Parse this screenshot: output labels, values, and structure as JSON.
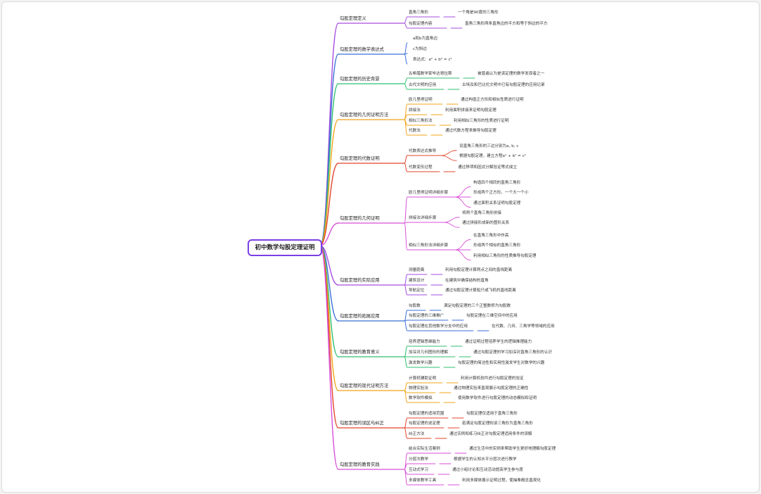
{
  "root": "初中数学勾股定理证明",
  "colors": {
    "root_border": "#7b3fe4",
    "purple": "#a64de0",
    "blue": "#3b6fd8",
    "green": "#2fbf71",
    "orange": "#f0a418",
    "red": "#e2452b",
    "magenta": "#d84fd8"
  },
  "branches": [
    {
      "label": "勾股定理定义",
      "color": "purple",
      "children": [
        {
          "label": "直角三角形",
          "children": [
            {
              "label": "一个角是90度的三角形"
            }
          ]
        },
        {
          "label": "勾股定理内容",
          "children": [
            {
              "label": "直角三角形两条直角边的平方和等于斜边的平方"
            }
          ]
        }
      ]
    },
    {
      "label": "勾股定理的数学表达式",
      "color": "blue",
      "children": [
        {
          "label": "a和b为直角边"
        },
        {
          "label": "c为斜边"
        },
        {
          "label": "表达式：a² + b² = c²"
        }
      ]
    },
    {
      "label": "勾股定理的历史背景",
      "color": "green",
      "children": [
        {
          "label": "古希腊数学家毕达哥拉斯",
          "children": [
            {
              "label": "被普遍认为是该定理的数学发现者之一"
            }
          ]
        },
        {
          "label": "古代文明的应用",
          "children": [
            {
              "label": "古埃及和巴比伦文明中已有勾股定理的应用记录"
            }
          ]
        }
      ]
    },
    {
      "label": "勾股定理的几何证明方法",
      "color": "orange",
      "children": [
        {
          "label": "欧几里得证明",
          "children": [
            {
              "label": "通过构造正方形和相似性质进行证明"
            }
          ]
        },
        {
          "label": "拼接法",
          "children": [
            {
              "label": "利用面积拼接来证明勾股定理"
            }
          ]
        },
        {
          "label": "相似三角形法",
          "children": [
            {
              "label": "利用相似三角形的性质进行证明"
            }
          ]
        },
        {
          "label": "代数法",
          "children": [
            {
              "label": "通过代数方程来推导勾股定理"
            }
          ]
        }
      ]
    },
    {
      "label": "勾股定理的代数证明",
      "color": "red",
      "children": [
        {
          "label": "代数表达式推导",
          "children": [
            {
              "label": "设直角三角形的三边分别为a, b, c"
            },
            {
              "label": "根据勾股定理，建立方程a² + b² = c²"
            }
          ]
        },
        {
          "label": "代数变形过程",
          "children": [
            {
              "label": "通过移项和因式分解验证等式成立"
            }
          ]
        }
      ]
    },
    {
      "label": "勾股定理的几何证明",
      "color": "magenta",
      "children": [
        {
          "label": "欧几里得证明详细步骤",
          "children": [
            {
              "label": "构造四个相同的直角三角形"
            },
            {
              "label": "形成两个正方形，一个大一个小"
            },
            {
              "label": "通过面积关系证明勾股定理"
            }
          ]
        },
        {
          "label": "拼接法详细步骤",
          "children": [
            {
              "label": "将两个直角三角形拼接"
            },
            {
              "label": "通过拼接形成新的图形关系"
            }
          ]
        },
        {
          "label": "相似三角形法详细步骤",
          "children": [
            {
              "label": "在直角三角形中作高"
            },
            {
              "label": "形成两个相似的直角三角形"
            },
            {
              "label": "利用相似三角形的性质推导勾股定理"
            }
          ]
        }
      ]
    },
    {
      "label": "勾股定理的实际应用",
      "color": "purple",
      "children": [
        {
          "label": "测量距离",
          "children": [
            {
              "label": "利用勾股定理计算两点之间的直线距离"
            }
          ]
        },
        {
          "label": "建筑设计",
          "children": [
            {
              "label": "在建筑中确保结构的直角"
            }
          ]
        },
        {
          "label": "导航定位",
          "children": [
            {
              "label": "通过勾股定理计算船只或飞机的直线距离"
            }
          ]
        }
      ]
    },
    {
      "label": "勾股定理的拓展应用",
      "color": "blue",
      "children": [
        {
          "label": "勾股数",
          "children": [
            {
              "label": "满足勾股定理的三个正整数称为勾股数"
            }
          ]
        },
        {
          "label": "勾股定理的三维推广",
          "children": [
            {
              "label": "勾股定理在三维空间中的应用"
            }
          ]
        },
        {
          "label": "勾股定理在其他数学分支中的应用",
          "children": [
            {
              "label": "在代数、几何、三角学等领域的应用"
            }
          ]
        }
      ]
    },
    {
      "label": "勾股定理的教育意义",
      "color": "green",
      "children": [
        {
          "label": "培养逻辑思维能力",
          "children": [
            {
              "label": "通过证明过程培养学生的逻辑推理能力"
            }
          ]
        },
        {
          "label": "加深对几何图形的理解",
          "children": [
            {
              "label": "通过勾股定理的学习加深对直角三角形的认识"
            }
          ]
        },
        {
          "label": "激发数学兴趣",
          "children": [
            {
              "label": "勾股定理的简洁性和实用性激发学生对数学的兴趣"
            }
          ]
        }
      ]
    },
    {
      "label": "勾股定理的现代证明方法",
      "color": "orange",
      "children": [
        {
          "label": "计算机辅助证明",
          "children": [
            {
              "label": "利用计算机软件进行勾股定理的验证"
            }
          ]
        },
        {
          "label": "物理实验法",
          "children": [
            {
              "label": "通过物理实验来直观展示勾股定理的正确性"
            }
          ]
        },
        {
          "label": "数学软件模拟",
          "children": [
            {
              "label": "使用数学软件进行勾股定理的动态模拟和证明"
            }
          ]
        }
      ]
    },
    {
      "label": "勾股定理的误区与纠正",
      "color": "red",
      "children": [
        {
          "label": "勾股定理的适用范围",
          "children": [
            {
              "label": "勾股定理仅适用于直角三角形"
            }
          ]
        },
        {
          "label": "勾股定理的逆定理",
          "children": [
            {
              "label": "若满足勾股定理则该三角形为直角三角形"
            }
          ]
        },
        {
          "label": "纠正方法",
          "children": [
            {
              "label": "通过实例和练习纠正对勾股定理适用条件的误解"
            }
          ]
        }
      ]
    },
    {
      "label": "勾股定理的教育实践",
      "color": "magenta",
      "children": [
        {
          "label": "结合实际生活案例",
          "children": [
            {
              "label": "通过生活中的实例来帮助学生更好地理解勾股定理"
            }
          ]
        },
        {
          "label": "分层次教学",
          "children": [
            {
              "label": "根据学生的认知水平分层次进行教学"
            }
          ]
        },
        {
          "label": "互动式学习",
          "children": [
            {
              "label": "通过小组讨论和互动活动提高学生参与度"
            }
          ]
        },
        {
          "label": "多媒体教学工具",
          "children": [
            {
              "label": "利用多媒体展示证明过程，使抽象概念直观化"
            }
          ]
        }
      ]
    }
  ]
}
